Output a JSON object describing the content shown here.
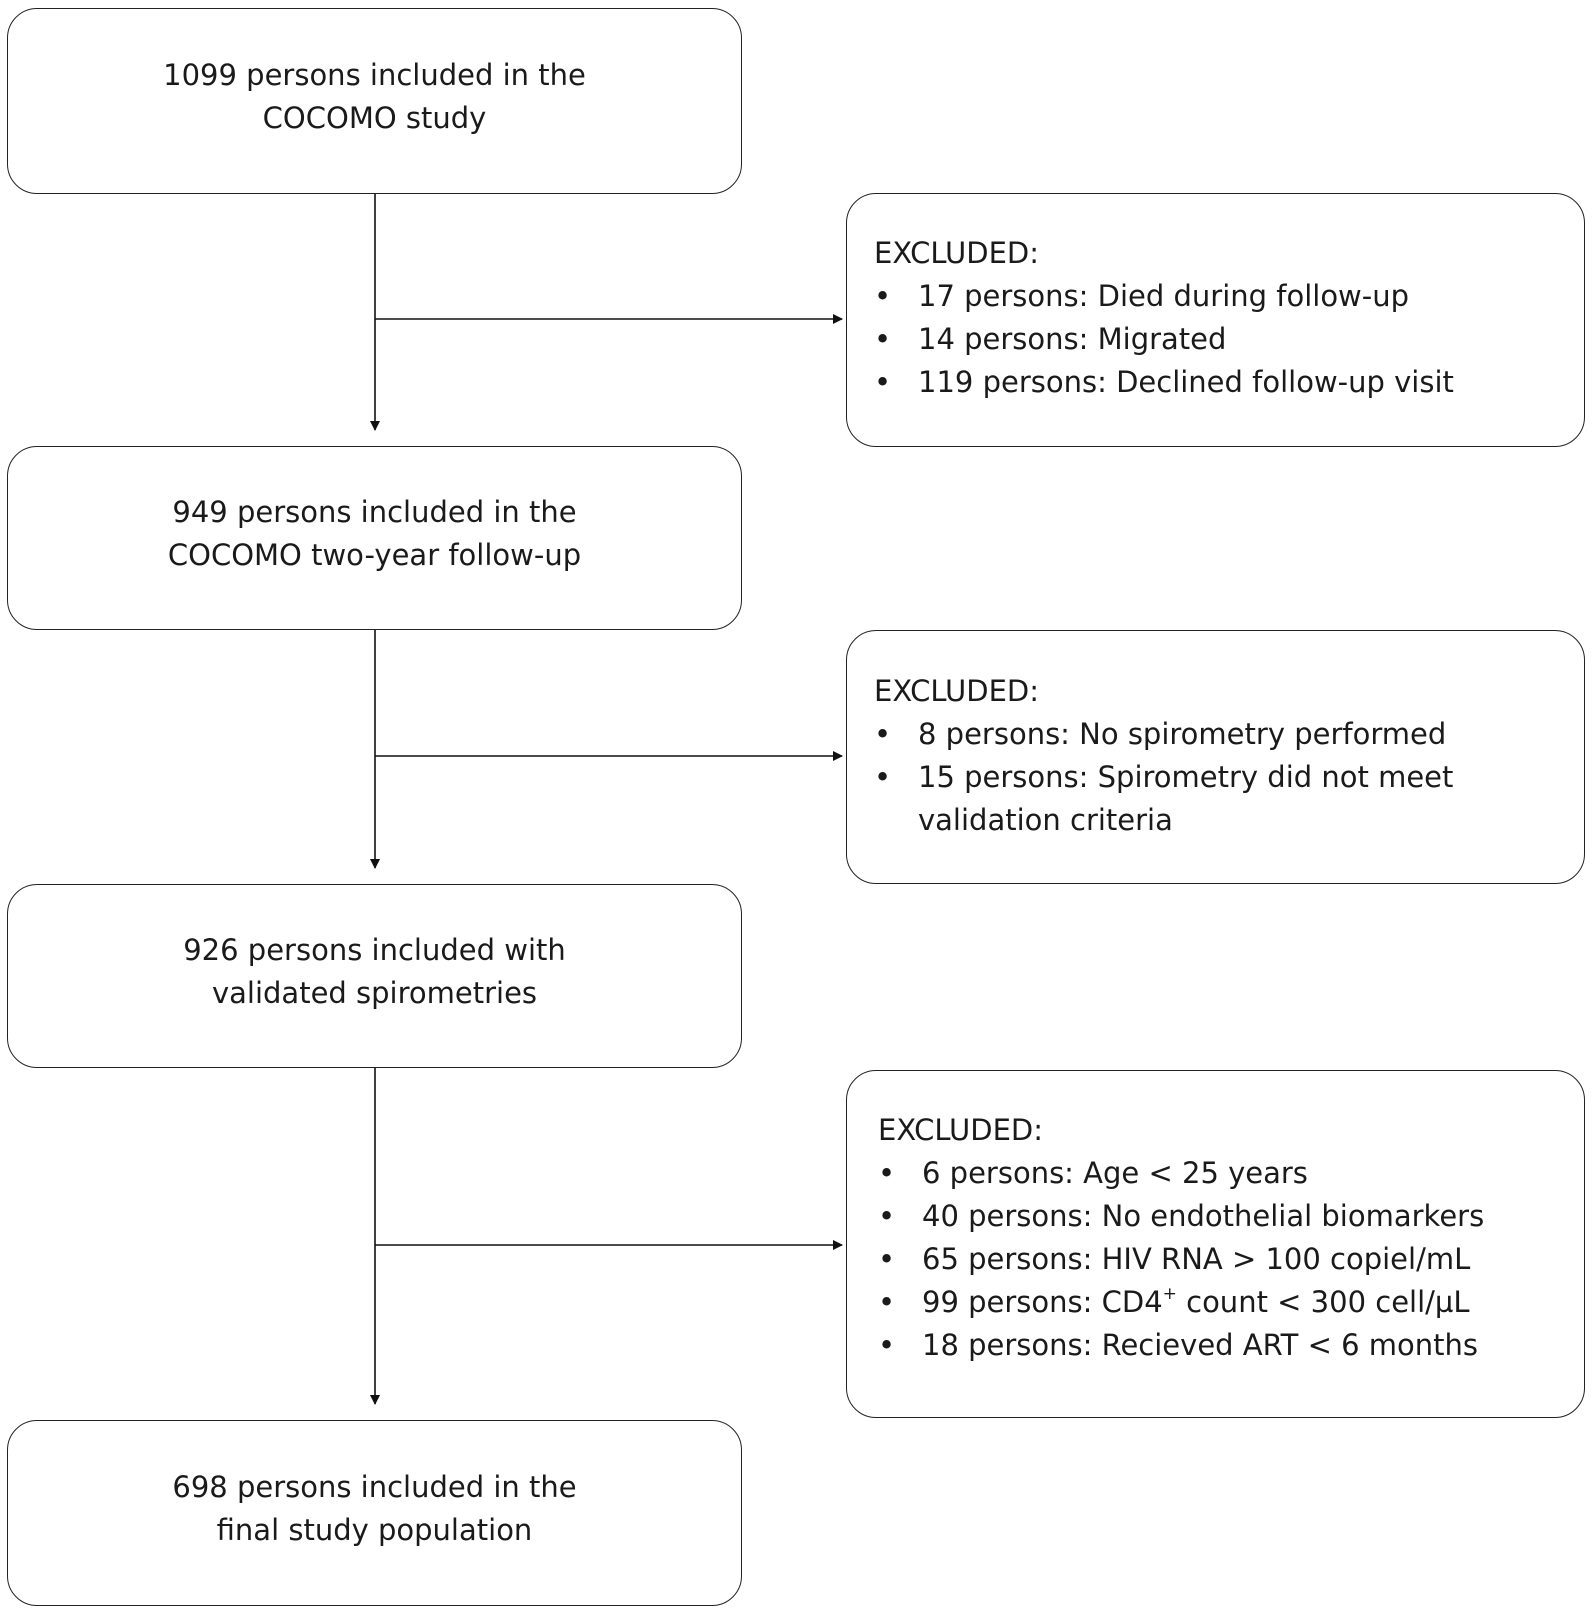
{
  "flow_boxes": [
    {
      "lines": [
        "1099 persons included in the",
        "COCOMO study"
      ]
    },
    {
      "lines": [
        "949 persons included in the",
        "COCOMO two-year follow-up"
      ]
    },
    {
      "lines": [
        "926 persons included with",
        "validated spirometries"
      ]
    },
    {
      "lines": [
        "698 persons included in the",
        "final study population"
      ]
    }
  ],
  "exclusion_boxes": [
    {
      "heading": "EXCLUDED:",
      "items": [
        {
          "text": "17 persons: Died during follow-up"
        },
        {
          "text": "14 persons: Migrated"
        },
        {
          "text": "119 persons: Declined follow-up visit"
        }
      ]
    },
    {
      "heading": "EXCLUDED:",
      "items": [
        {
          "text": "8 persons: No spirometry performed"
        },
        {
          "text": "15 persons: Spirometry did not meet",
          "cont": "validation criteria"
        }
      ]
    },
    {
      "heading": "EXCLUDED:",
      "items": [
        {
          "text": "6 persons: Age < 25 years"
        },
        {
          "text": "40 persons: No endothelial biomarkers"
        },
        {
          "text": "65 persons: HIV RNA > 100 copiel/mL"
        },
        {
          "pre": "99 persons: CD4",
          "sup": "+",
          "post": " count < 300 cell/µL"
        },
        {
          "text": "18 persons: Recieved ART < 6 months"
        }
      ]
    }
  ],
  "bullet_glyph": "•"
}
